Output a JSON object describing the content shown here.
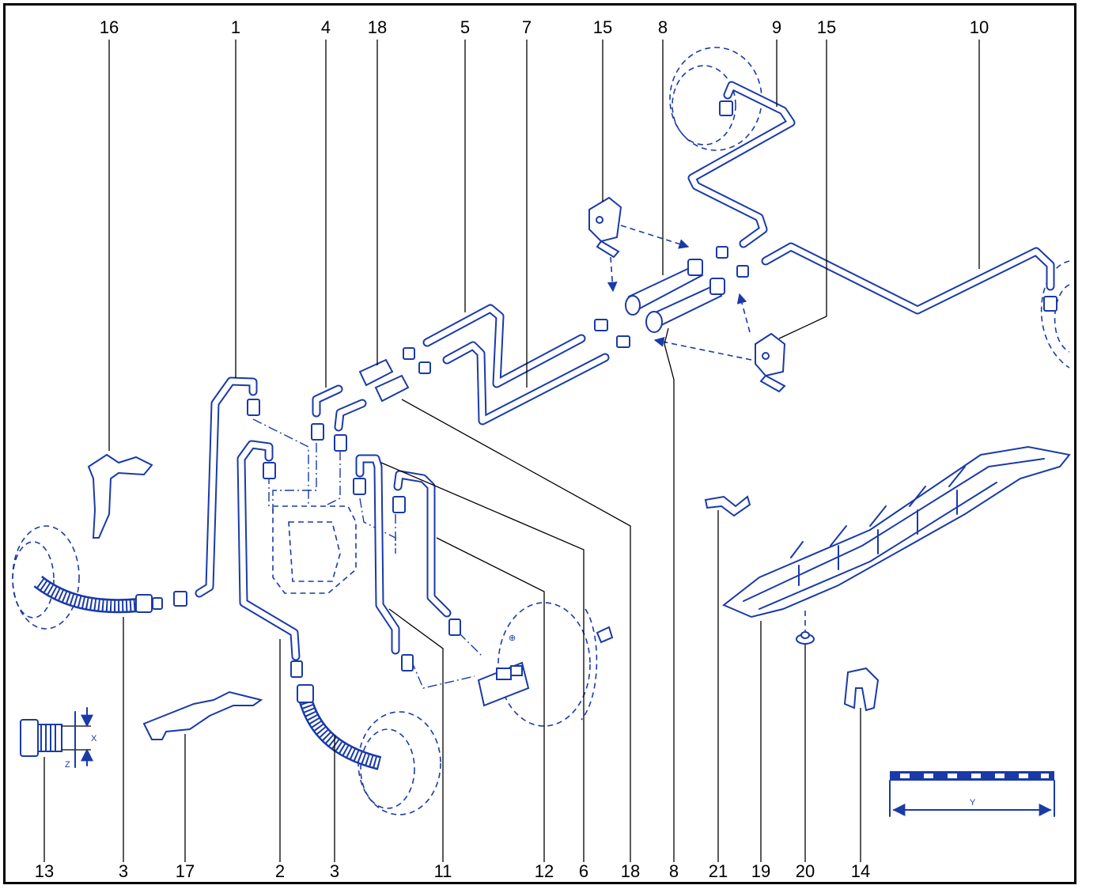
{
  "diagram": {
    "part_numbers_top": [
      "16",
      "1",
      "4",
      "18",
      "5",
      "7",
      "15",
      "8",
      "9",
      "15",
      "10"
    ],
    "part_numbers_bottom": [
      "13",
      "3",
      "17",
      "2",
      "3",
      "11",
      "12",
      "6",
      "18",
      "8",
      "21",
      "19",
      "20",
      "14"
    ],
    "dimension_labels": {
      "x": "X",
      "z": "Z",
      "y": "Y"
    },
    "colors": {
      "line": "#1a3aa8",
      "label": "#000000",
      "frame": "#000000"
    }
  }
}
